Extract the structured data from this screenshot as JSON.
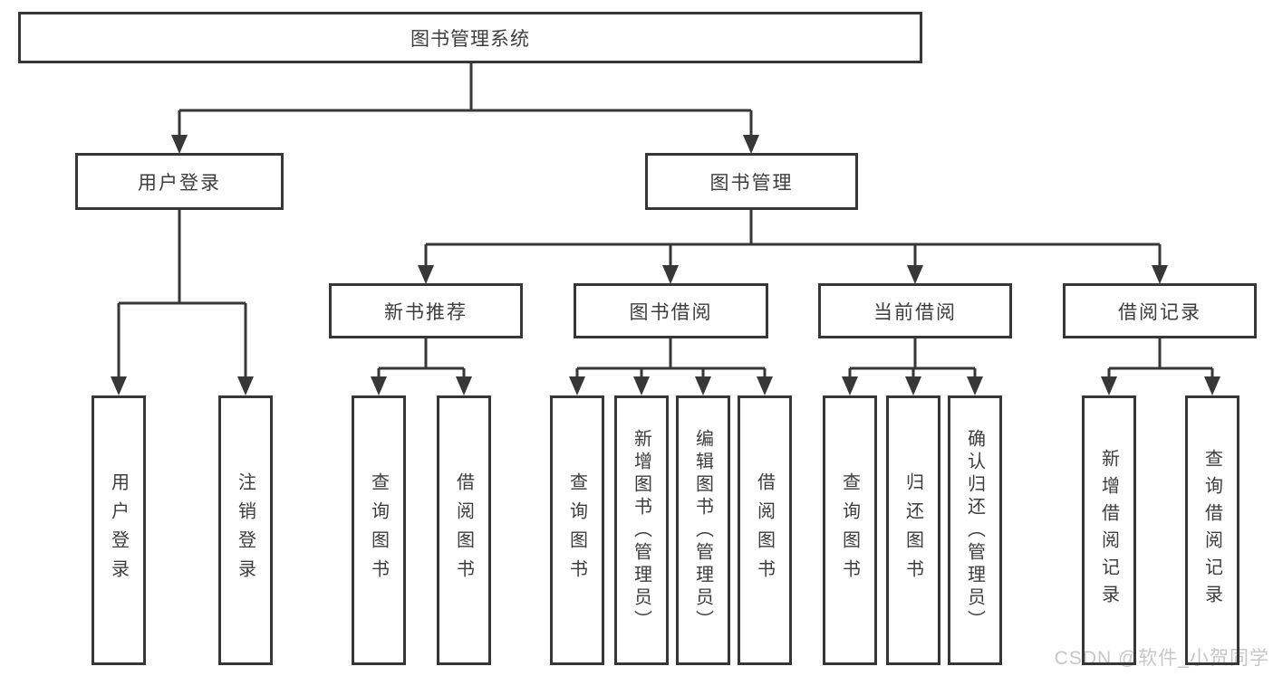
{
  "diagram": {
    "title": "图书管理系统",
    "branches": [
      {
        "label": "用户登录"
      },
      {
        "label": "图书管理"
      }
    ],
    "modules": [
      {
        "label": "新书推荐"
      },
      {
        "label": "图书借阅"
      },
      {
        "label": "当前借阅"
      },
      {
        "label": "借阅记录"
      }
    ],
    "leaves": [
      {
        "label": "用户登录"
      },
      {
        "label": "注销登录"
      },
      {
        "label": "查询图书"
      },
      {
        "label": "借阅图书"
      },
      {
        "label": "查询图书"
      },
      {
        "label": "新增图书（管理员）"
      },
      {
        "label": "编辑图书（管理员）"
      },
      {
        "label": "借阅图书"
      },
      {
        "label": "查询图书"
      },
      {
        "label": "归还图书"
      },
      {
        "label": "确认归还（管理员）"
      },
      {
        "label": "新增借阅记录"
      },
      {
        "label": "查询借阅记录"
      }
    ]
  },
  "watermark": "CSDN @软件_小贺同学",
  "colors": {
    "line": "#373737",
    "box_border": "#373737",
    "text": "#3d3d3d",
    "watermark": "#c6c6c6",
    "background": "#ffffff"
  }
}
